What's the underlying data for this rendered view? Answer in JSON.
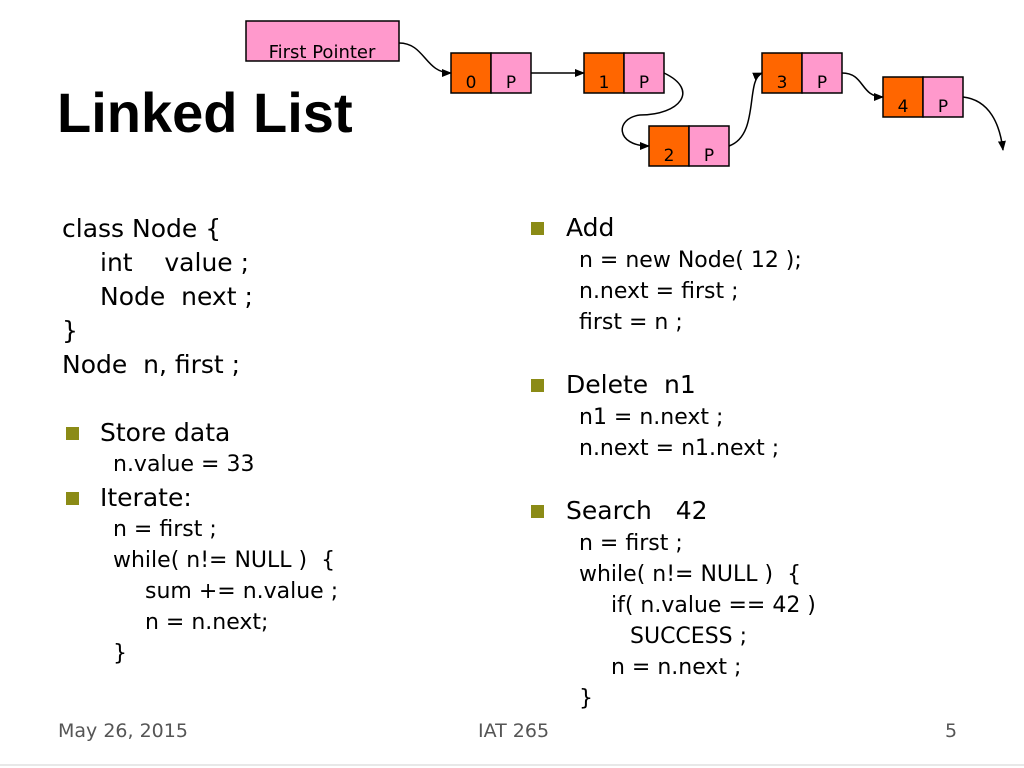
{
  "title": "Linked List",
  "diagram": {
    "first_pointer_label": "First Pointer",
    "nodes": [
      {
        "index": "0",
        "pointer": "P"
      },
      {
        "index": "1",
        "pointer": "P"
      },
      {
        "index": "2",
        "pointer": "P"
      },
      {
        "index": "3",
        "pointer": "P"
      },
      {
        "index": "4",
        "pointer": "P"
      }
    ],
    "colors": {
      "index_cell": "#ff6600",
      "pointer_cell": "#ff99cc",
      "first_pointer_box": "#ff99cc"
    }
  },
  "left": {
    "class_decl": [
      "class Node {",
      "int    value ;",
      "Node  next ;",
      "}",
      "Node  n, first ;"
    ],
    "store": {
      "heading": "Store data",
      "code": [
        "n.value = 33"
      ]
    },
    "iterate": {
      "heading": "Iterate:",
      "code": [
        "n = first ;",
        "while( n!= NULL )  {",
        "sum += n.value ;",
        "n = n.next;",
        "}"
      ]
    }
  },
  "right": {
    "add": {
      "heading": "Add",
      "code": [
        "n = new Node( 12 );",
        "n.next = first ;",
        "first = n ;"
      ]
    },
    "delete": {
      "heading": "Delete  n1",
      "code": [
        "n1 = n.next ;",
        "n.next = n1.next ;"
      ]
    },
    "search": {
      "heading": "Search   42",
      "code": [
        "n = first ;",
        "while( n!= NULL )  {",
        "if( n.value == 42 )",
        "SUCCESS ;",
        "n = n.next ;",
        "}"
      ]
    }
  },
  "footer": {
    "date": "May 26, 2015",
    "course": "IAT 265",
    "page": "5"
  },
  "bullet_color": "#8b8b16"
}
